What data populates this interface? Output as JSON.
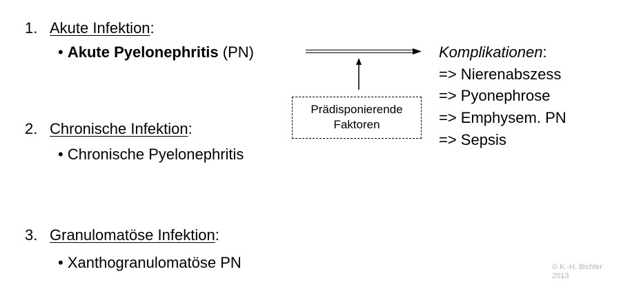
{
  "sections": [
    {
      "number": "1.",
      "heading": "Akute Infektion",
      "colon": ":",
      "bullet": "•",
      "item_bold": "Akute Pyelonephritis",
      "item_rest": " (PN)"
    },
    {
      "number": "2.",
      "heading": "Chronische Infektion",
      "colon": ":",
      "bullet": "•",
      "item": "Chronische Pyelonephritis"
    },
    {
      "number": "3.",
      "heading": "Granulomatöse Infektion",
      "colon": ":",
      "bullet": "•",
      "item": "Xanthogranulomatöse PN"
    }
  ],
  "box": {
    "line1": "Prädisponierende",
    "line2": "Faktoren"
  },
  "complications": {
    "title": "Komplikationen",
    "colon": ":",
    "items": [
      "=> Nierenabszess",
      "=> Pyonephrose",
      "=> Emphysem. PN",
      "=> Sepsis"
    ]
  },
  "copyright": {
    "line1": "© K.-H. Bichler",
    "line2": "2013"
  }
}
